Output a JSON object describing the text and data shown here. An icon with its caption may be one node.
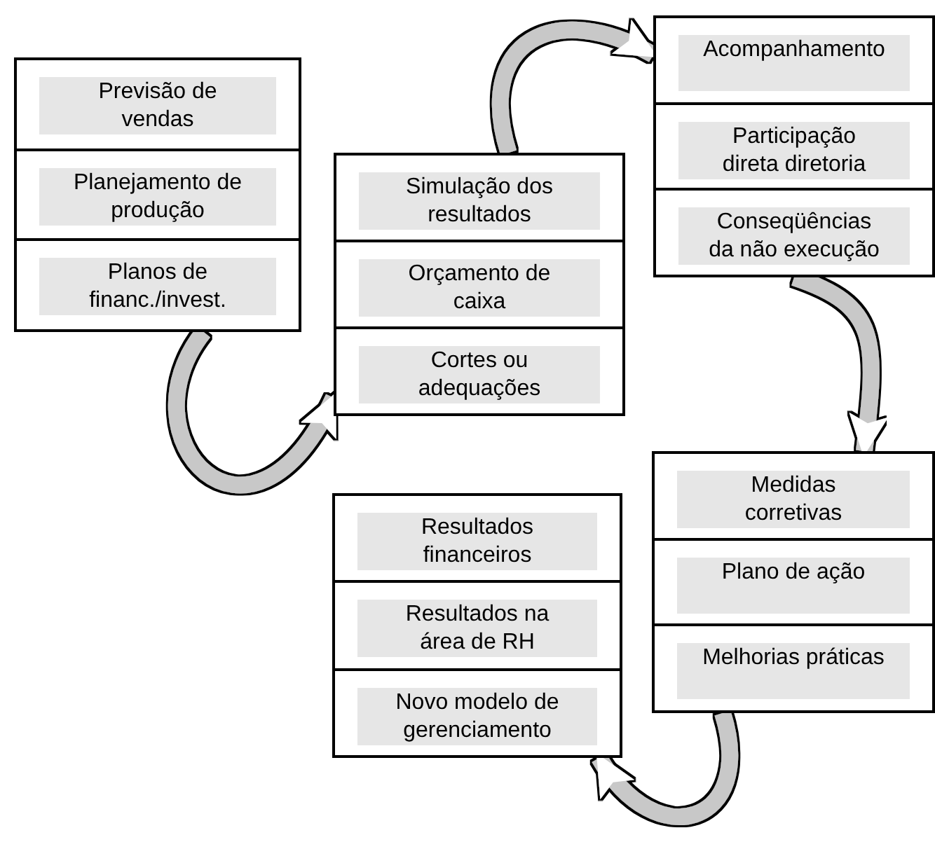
{
  "diagram": {
    "nodes": [
      {
        "text": [],
        "shape": "box"
      },
      {
        "text": [
          "Previsão de vendas"
        ],
        "in": 0
      },
      {
        "text": [
          "Planejamento de produção"
        ],
        "in": 0
      },
      {
        "text": [
          "Planos de financ./invest."
        ],
        "in": 0
      },
      {
        "text": [],
        "shape": "box"
      },
      {
        "text": [
          "Simulação dos resultados"
        ],
        "in": 4
      },
      {
        "text": [
          "Orçamento de caixa"
        ],
        "in": 4
      },
      {
        "text": [
          "Cortes ou adequações"
        ],
        "in": 4
      },
      {
        "text": [],
        "shape": "box"
      },
      {
        "text": [
          "Acompanhamento"
        ],
        "in": 8
      },
      {
        "text": [
          "Participação direta diretoria"
        ],
        "in": 8
      },
      {
        "text": [
          "Conseqüências da não execução"
        ],
        "in": 8
      },
      {
        "text": [],
        "shape": "box"
      },
      {
        "text": [
          "Medidas corretivas"
        ],
        "in": 12
      },
      {
        "text": [
          "Plano de ação"
        ],
        "in": 12
      },
      {
        "text": [
          "Melhorias práticas"
        ],
        "in": 12
      },
      {
        "text": [],
        "shape": "box"
      },
      {
        "text": [
          "Resultados financeiros"
        ],
        "in": 16
      },
      {
        "text": [
          "Resultados na área de RH"
        ],
        "in": 16
      },
      {
        "text": [
          "Novo modelo de gerenciamento"
        ],
        "in": 16
      }
    ],
    "edges": [
      {
        "from": 0,
        "to": 4,
        "arrow": "to"
      },
      {
        "from": 4,
        "to": 8,
        "arrow": "to"
      },
      {
        "from": 8,
        "to": 12,
        "arrow": "to"
      },
      {
        "from": 12,
        "to": 16,
        "arrow": "to"
      }
    ]
  }
}
